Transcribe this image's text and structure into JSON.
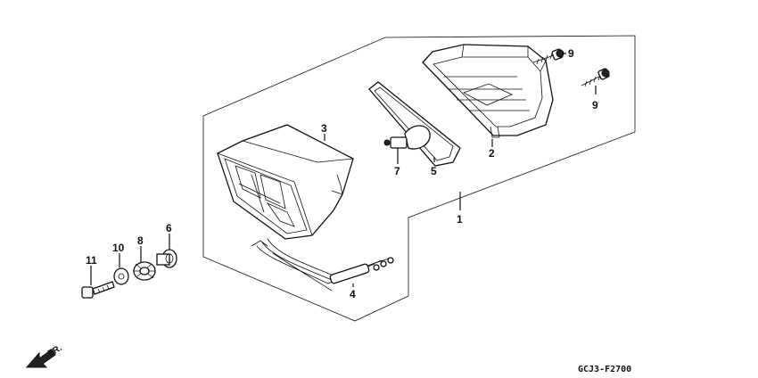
{
  "callouts": {
    "p1": "1",
    "p2": "2",
    "p3": "3",
    "p4": "4",
    "p5": "5",
    "p6": "6",
    "p7": "7",
    "p8": "8",
    "p9a": "9",
    "p9b": "9",
    "p10": "10",
    "p11": "11"
  },
  "front_label": "FR.",
  "diagram_code": "GCJ3-F2700"
}
